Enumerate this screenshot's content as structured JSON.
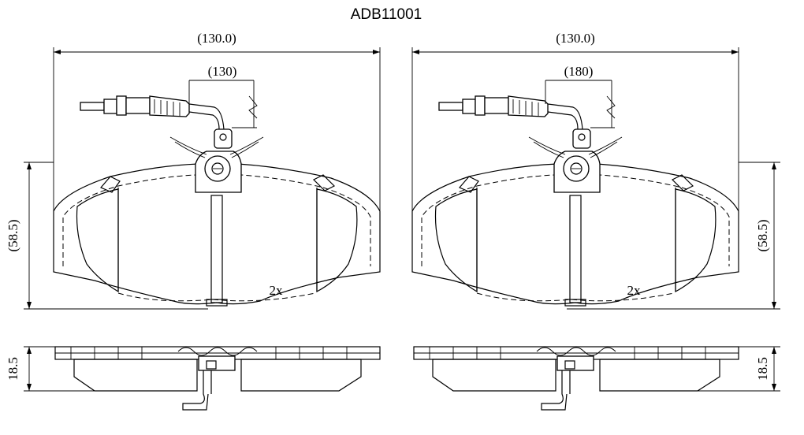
{
  "title": "ADB11001",
  "left_view": {
    "width_label": "(130.0)",
    "wire_label": "(130)",
    "height_label": "(58.5)",
    "qty_label": "2x"
  },
  "right_view": {
    "width_label": "(130.0)",
    "wire_label": "(180)",
    "height_label": "(58.5)",
    "qty_label": "2x"
  },
  "side_views": {
    "left_thickness_label": "18.5",
    "right_thickness_label": "18.5"
  }
}
